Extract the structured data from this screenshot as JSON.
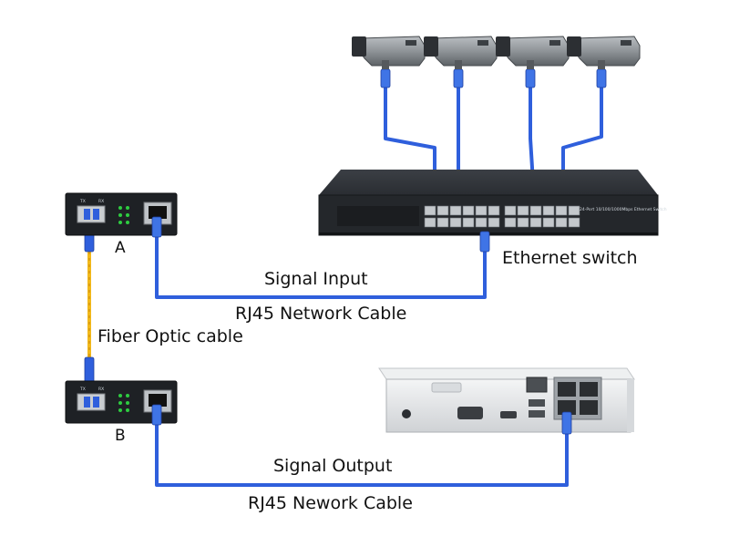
{
  "labels": {
    "signal_input": "Signal Input",
    "rj45_top": "RJ45 Network Cable",
    "fiber_optic": "Fiber Optic cable",
    "ethernet_switch": "Ethernet switch",
    "converter_a": "A",
    "converter_b": "B",
    "signal_output": "Signal Output",
    "rj45_bottom": "RJ45 Nework Cable"
  },
  "colors": {
    "network_cable": "#2f5fdc",
    "fiber_cable": "#f2b91c",
    "switch_body": "#2b2e33",
    "converter_body": "#1e2125",
    "nvr_body": "#e4e6e8",
    "camera_body": "#8f9498"
  },
  "icons": {
    "cameras": "ip-camera-icon",
    "switch": "network-switch-icon",
    "converters": "media-converter-icon",
    "recorder": "nvr-icon"
  }
}
